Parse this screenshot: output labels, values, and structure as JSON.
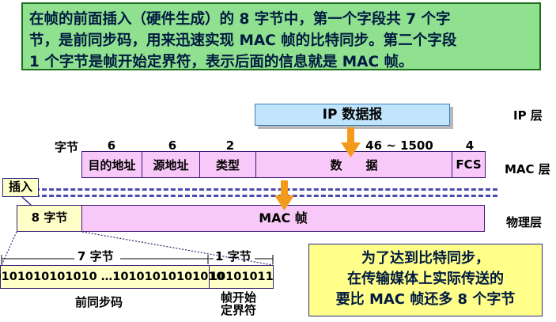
{
  "top_note": {
    "lines": [
      "在帧的前面插入（硬件生成）的 8 字节中，第一个字段共 7 个字",
      "节，是前同步码，用来迅速实现 MAC 帧的比特同步。第二个字段",
      "1 个字节是帧开始定界符，表示后面的信息就是 MAC 帧。"
    ]
  },
  "ip_datagram": "IP 数据报",
  "layers": {
    "ip": "IP 层",
    "mac": "MAC 层",
    "physical": "物理层"
  },
  "bytes_label": "字节",
  "field_sizes": [
    "6",
    "6",
    "2",
    "46 ~ 1500",
    "4"
  ],
  "fields": [
    "目的地址",
    "源地址",
    "类型",
    "数　　据",
    "FCS"
  ],
  "insert_label": "插入",
  "physical": {
    "prefix": "8 字节",
    "frame": "MAC 帧"
  },
  "preamble": {
    "seven_bytes": "7 字节",
    "one_byte": "1 字节",
    "bits": "10101010101010 …10101010101010",
    "sfd_bits": "10101011",
    "preamble_label": "前同步码",
    "sfd_label_line1": "帧开始",
    "sfd_label_line2": "定界符"
  },
  "bottom_note": {
    "lines": [
      "为了达到比特同步，",
      "在传输媒体上实际传送的",
      "要比 MAC 帧还多 8 个字节"
    ]
  },
  "colors": {
    "top_note_bg": "#8fe08f",
    "ip_box_bg": "#bfe4fb",
    "frame_bg": "#f8c9f8",
    "yellow_bg": "#ffffc8",
    "bottom_note_bg": "#ffff8a",
    "arrow": "#f49a1a",
    "dash": "#4a4ab0"
  }
}
